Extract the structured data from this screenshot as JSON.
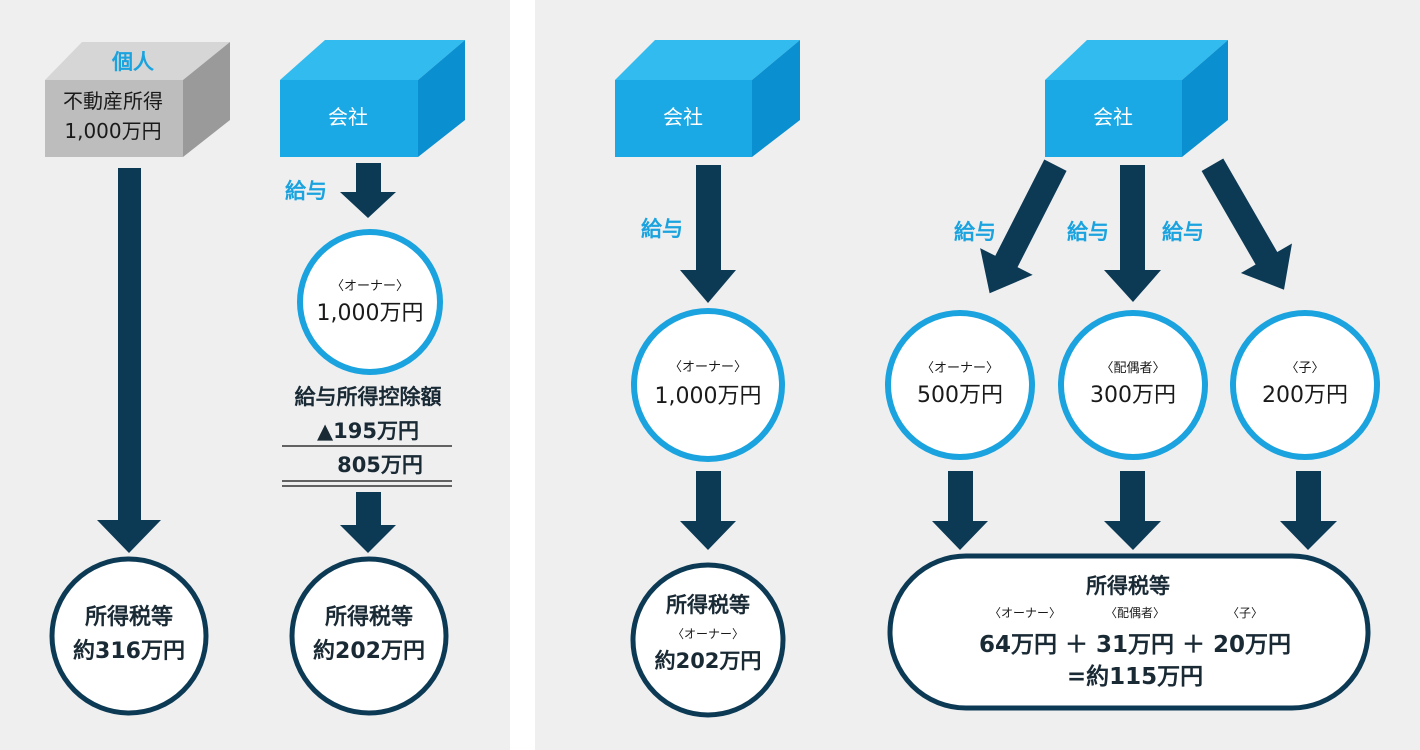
{
  "colors": {
    "navy": "#0c3a55",
    "accent_blue": "#1aa3de",
    "cube_front": "#1ba9e6",
    "cube_top": "#31bbef",
    "cube_side": "#0a8fd0",
    "gray_front": "#bdbdbd"
  },
  "left_panel": {
    "individual": {
      "label": "個人",
      "income_type": "不動産所得",
      "amount": "1,000万円"
    },
    "individual_tax": {
      "label": "所得税等",
      "amount": "約316万円"
    },
    "company": {
      "label": "会社"
    },
    "salary_label": "給与",
    "owner_circle": {
      "role": "〈オーナー〉",
      "amount": "1,000万円"
    },
    "deduction": {
      "title": "給与所得控除額",
      "minus": "▲195万円",
      "result": "805万円"
    },
    "company_tax": {
      "label": "所得税等",
      "amount": "約202万円"
    }
  },
  "right_panel": {
    "single": {
      "company": "会社",
      "salary_label": "給与",
      "owner": {
        "role": "〈オーナー〉",
        "amount": "1,000万円"
      },
      "tax": {
        "label": "所得税等",
        "role": "〈オーナー〉",
        "amount": "約202万円"
      }
    },
    "split": {
      "company": "会社",
      "salary_labels": [
        "給与",
        "給与",
        "給与"
      ],
      "recipients": [
        {
          "role": "〈オーナー〉",
          "amount": "500万円"
        },
        {
          "role": "〈配偶者〉",
          "amount": "300万円"
        },
        {
          "role": "〈子〉",
          "amount": "200万円"
        }
      ],
      "tax": {
        "label": "所得税等",
        "roles": [
          "〈オーナー〉",
          "〈配偶者〉",
          "〈子〉"
        ],
        "formula": "64万円 ＋ 31万円 ＋ 20万円",
        "total": "=約115万円"
      }
    }
  }
}
